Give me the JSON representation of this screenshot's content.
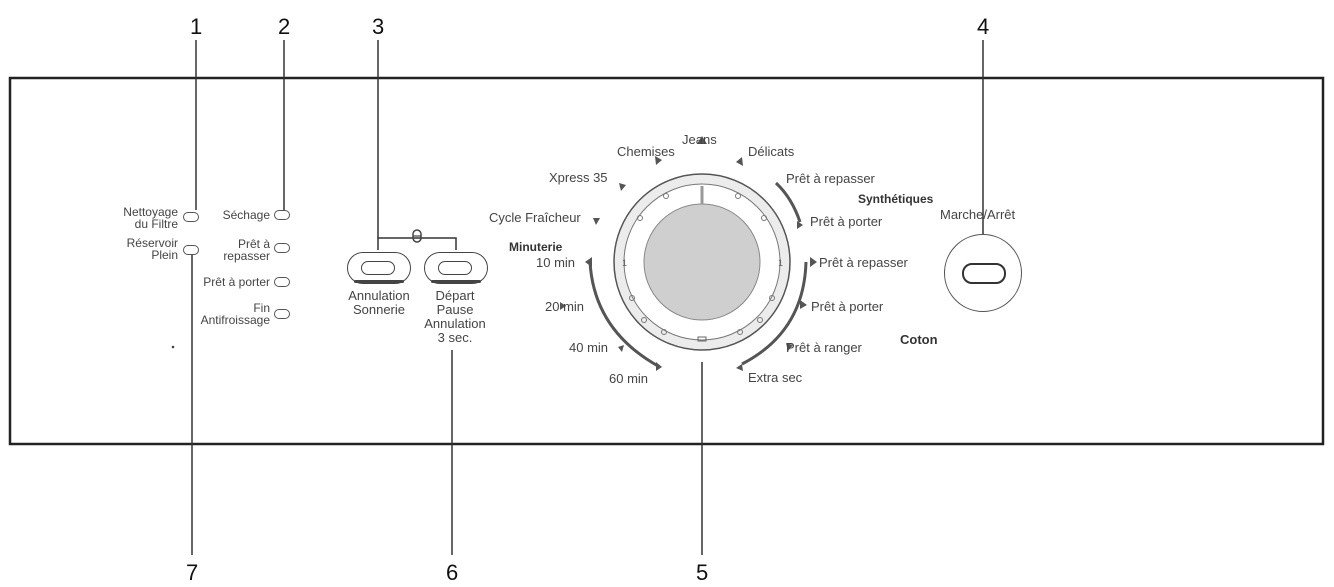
{
  "callouts": [
    "1",
    "2",
    "3",
    "4",
    "5",
    "6",
    "7"
  ],
  "indicators": {
    "nettoyage_line1": "Nettoyage",
    "nettoyage_line2": "du Filtre",
    "reservoir_line1": "Réservoir",
    "reservoir_line2": "Plein",
    "sechage": "Séchage",
    "pret_repasser_line1": "Prêt à",
    "pret_repasser_line2": "repasser",
    "pret_porter": "Prêt à porter",
    "fin_line1": "Fin",
    "fin_line2": "Antifroissage"
  },
  "buttons": {
    "annulation_line1": "Annulation",
    "annulation_line2": "Sonnerie",
    "depart_line1": "Départ",
    "depart_line2": "Pause",
    "depart_line3": "Annulation",
    "depart_line4": "3 sec."
  },
  "dial": {
    "jeans": "Jeans",
    "chemises": "Chemises",
    "delicats": "Délicats",
    "xpress": "Xpress 35",
    "cycle_fraicheur": "Cycle Fraîcheur",
    "synth_pret_repasser": "Prêt à repasser",
    "synthetiques": "Synthétiques",
    "synth_pret_porter": "Prêt à porter",
    "minuterie": "Minuterie",
    "min10": "10 min",
    "min20": "20 min",
    "min40": "40 min",
    "min60": "60 min",
    "coton_pret_repasser": "Prêt à repasser",
    "coton_pret_porter": "Prêt à porter",
    "coton_pret_ranger": "Prêt à ranger",
    "coton": "Coton",
    "extra_sec": "Extra sec"
  },
  "power": {
    "label": "Marche/Arrêt"
  },
  "colors": {
    "panel_border": "#222222",
    "dial_ring": "#d8d8d8",
    "dial_knob": "#cfcfcf",
    "arc": "#555555"
  },
  "icons": [
    "lock-icon"
  ]
}
